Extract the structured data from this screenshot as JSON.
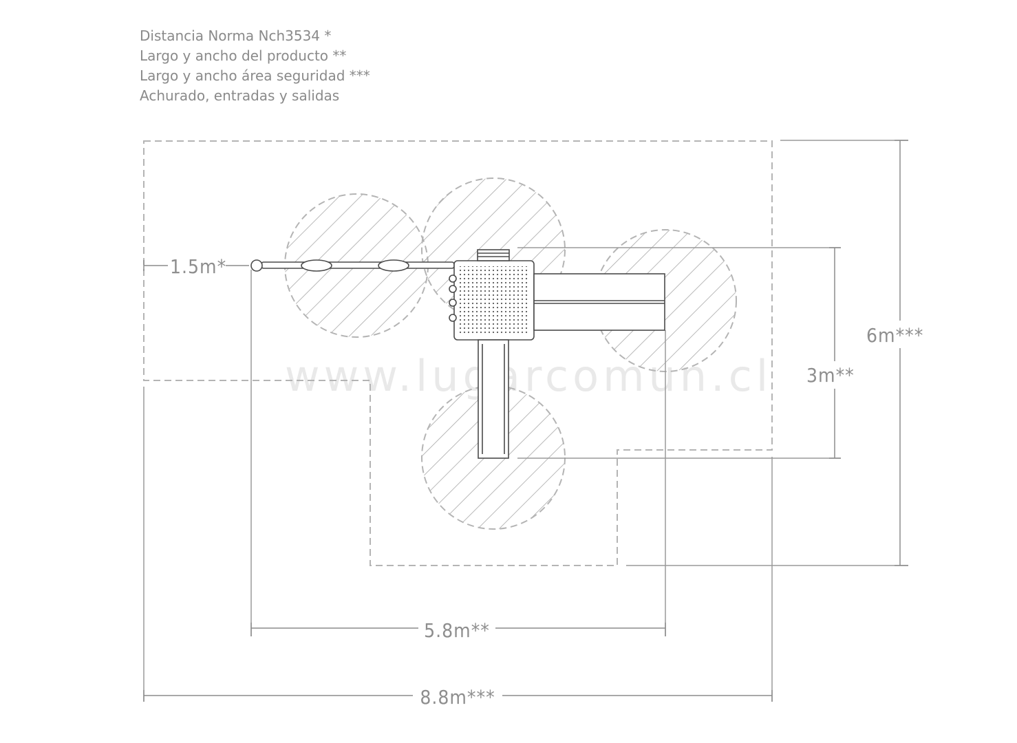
{
  "legend": {
    "line1": "Distancia Norma Nch3534 *",
    "line2": "Largo y ancho del producto **",
    "line3": "Largo y ancho área seguridad ***",
    "line4": "Achurado, entradas y salidas"
  },
  "dimensions": {
    "norm_distance": "1.5m*",
    "product_length": "5.8m**",
    "safety_length": "8.8m***",
    "product_width": "3m**",
    "safety_width": "6m***"
  },
  "watermark": "www.lugarcomun.cl",
  "colors": {
    "line": "#8c8c8c",
    "dashed": "#b4b4b4",
    "text": "#8a8a8a",
    "hatch": "#a8a8a8",
    "product": "#4a4a4a"
  }
}
